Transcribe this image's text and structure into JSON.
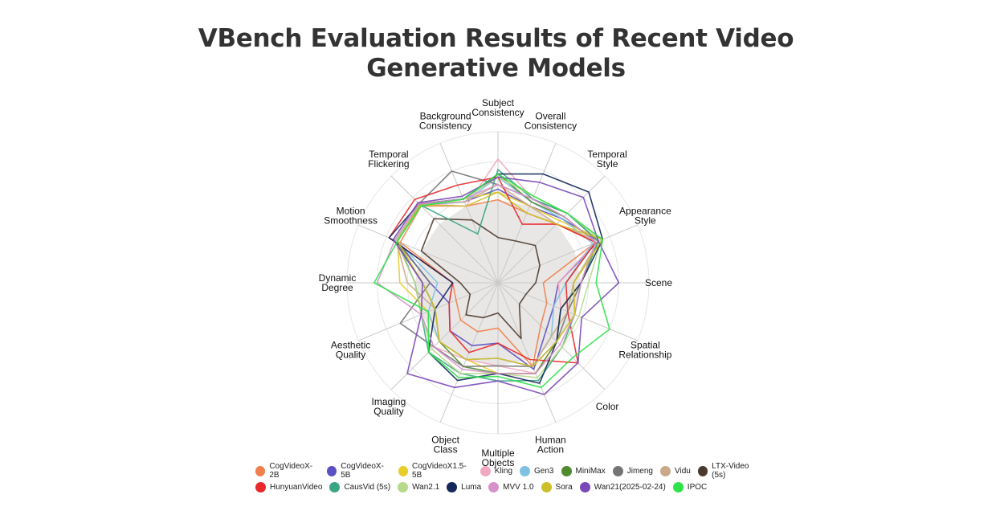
{
  "page": {
    "title": "VBench Evaluation Results of Recent Video Generative Models"
  },
  "chart_data": {
    "type": "radar",
    "title": "VBench Evaluation Results of Recent Video Generative Models",
    "axes": [
      "Subject\nConsistency",
      "Overall\nConsistency",
      "Temporal\nStyle",
      "Appearance\nStyle",
      "Scene",
      "Spatial\nRelationship",
      "Color",
      "Human\nAction",
      "Multiple\nObjects",
      "Object\nClass",
      "Imaging\nQuality",
      "Aesthetic\nQuality",
      "Dynamic\nDegree",
      "Motion\nSmoothness",
      "Temporal\nFlickering",
      "Background\nConsistency"
    ],
    "rlim": [
      0,
      1
    ],
    "grid": true,
    "legend_position": "bottom",
    "series": [
      {
        "name": "CogVideoX-2B",
        "color": "#f07f4d",
        "values": [
          0.55,
          0.5,
          0.55,
          0.7,
          0.3,
          0.35,
          0.4,
          0.6,
          0.3,
          0.35,
          0.35,
          0.3,
          0.3,
          0.7,
          0.72,
          0.55
        ]
      },
      {
        "name": "CogVideoX-5B",
        "color": "#5b4fc4",
        "values": [
          0.62,
          0.55,
          0.6,
          0.72,
          0.4,
          0.4,
          0.45,
          0.62,
          0.4,
          0.45,
          0.45,
          0.35,
          0.45,
          0.72,
          0.73,
          0.58
        ]
      },
      {
        "name": "CogVideoX1.5-5B",
        "color": "#e8cc2a",
        "values": [
          0.6,
          0.55,
          0.58,
          0.75,
          0.5,
          0.55,
          0.55,
          0.65,
          0.6,
          0.55,
          0.55,
          0.5,
          0.65,
          0.72,
          0.73,
          0.6
        ]
      },
      {
        "name": "Kling",
        "color": "#f2a8c1",
        "values": [
          0.82,
          0.6,
          0.62,
          0.7,
          0.4,
          0.45,
          0.55,
          0.65,
          0.55,
          0.55,
          0.6,
          0.55,
          0.55,
          0.73,
          0.74,
          0.55
        ]
      },
      {
        "name": "Gen3",
        "color": "#7ec1e2",
        "values": [
          0.7,
          0.58,
          0.6,
          0.68,
          0.45,
          0.4,
          0.5,
          0.6,
          0.5,
          0.55,
          0.55,
          0.5,
          0.4,
          0.72,
          0.73,
          0.58
        ]
      },
      {
        "name": "MiniMax",
        "color": "#4f8a2e",
        "values": [
          0.72,
          0.58,
          0.62,
          0.7,
          0.55,
          0.45,
          0.55,
          0.65,
          0.6,
          0.6,
          0.55,
          0.45,
          0.5,
          0.73,
          0.74,
          0.6
        ]
      },
      {
        "name": "Jimeng",
        "color": "#757575",
        "values": [
          0.65,
          0.6,
          0.65,
          0.72,
          0.55,
          0.5,
          0.55,
          0.6,
          0.55,
          0.6,
          0.6,
          0.7,
          0.45,
          0.73,
          0.74,
          0.8
        ]
      },
      {
        "name": "Vidu",
        "color": "#c9a98a",
        "values": [
          0.65,
          0.55,
          0.55,
          0.72,
          0.5,
          0.5,
          0.5,
          0.6,
          0.5,
          0.55,
          0.55,
          0.45,
          0.6,
          0.73,
          0.74,
          0.58
        ]
      },
      {
        "name": "LTX-Video (5s)",
        "color": "#4a3a2e",
        "values": [
          0.3,
          0.3,
          0.35,
          0.3,
          0.25,
          0.2,
          0.2,
          0.4,
          0.2,
          0.25,
          0.3,
          0.2,
          0.25,
          0.55,
          0.6,
          0.45
        ]
      },
      {
        "name": "HunyuanVideo",
        "color": "#e8282a",
        "values": [
          0.7,
          0.42,
          0.55,
          0.7,
          0.45,
          0.5,
          0.75,
          0.55,
          0.4,
          0.5,
          0.45,
          0.35,
          0.3,
          0.78,
          0.78,
          0.7
        ]
      },
      {
        "name": "CausVid (5s)",
        "color": "#3aa585",
        "values": [
          0.75,
          0.6,
          0.65,
          0.72,
          0.55,
          0.55,
          0.6,
          0.7,
          0.65,
          0.65,
          0.65,
          0.55,
          0.55,
          0.72,
          0.73,
          0.35
        ]
      },
      {
        "name": "Wan2.1",
        "color": "#b7d98a",
        "values": [
          0.7,
          0.62,
          0.65,
          0.74,
          0.6,
          0.58,
          0.6,
          0.68,
          0.6,
          0.65,
          0.62,
          0.55,
          0.55,
          0.73,
          0.74,
          0.6
        ]
      },
      {
        "name": "Luma",
        "color": "#14285a",
        "values": [
          0.72,
          0.78,
          0.85,
          0.75,
          0.55,
          0.45,
          0.55,
          0.72,
          0.6,
          0.7,
          0.65,
          0.45,
          0.3,
          0.78,
          0.74,
          0.6
        ]
      },
      {
        "name": "MVV 1.0",
        "color": "#d793c9",
        "values": [
          0.65,
          0.6,
          0.62,
          0.7,
          0.55,
          0.55,
          0.58,
          0.65,
          0.6,
          0.62,
          0.6,
          0.55,
          0.8,
          0.74,
          0.74,
          0.6
        ]
      },
      {
        "name": "Sora",
        "color": "#cdbf2a",
        "values": [
          0.6,
          0.5,
          0.55,
          0.75,
          0.5,
          0.55,
          0.55,
          0.6,
          0.5,
          0.55,
          0.55,
          0.45,
          0.5,
          0.72,
          0.73,
          0.55
        ]
      },
      {
        "name": "Wan21(2025-02-24)",
        "color": "#7a48b8",
        "values": [
          0.7,
          0.72,
          0.8,
          0.72,
          0.8,
          0.6,
          0.75,
          0.8,
          0.65,
          0.75,
          0.85,
          0.55,
          0.5,
          0.75,
          0.75,
          0.62
        ]
      },
      {
        "name": "IPOC",
        "color": "#2fe24a",
        "values": [
          0.72,
          0.62,
          0.65,
          0.75,
          0.65,
          0.8,
          0.7,
          0.75,
          0.62,
          0.68,
          0.65,
          0.5,
          0.82,
          0.72,
          0.72,
          0.6
        ]
      }
    ]
  },
  "legend": {
    "rows": [
      [
        {
          "label": "CogVideoX-2B",
          "color": "#f07f4d"
        },
        {
          "label": "CogVideoX-5B",
          "color": "#5b4fc4"
        },
        {
          "label": "CogVideoX1.5-5B",
          "color": "#e8cc2a"
        },
        {
          "label": "Kling",
          "color": "#f2a8c1"
        },
        {
          "label": "Gen3",
          "color": "#7ec1e2"
        },
        {
          "label": "MiniMax",
          "color": "#4f8a2e"
        },
        {
          "label": "Jimeng",
          "color": "#757575"
        },
        {
          "label": "Vidu",
          "color": "#c9a98a"
        },
        {
          "label": "LTX-Video (5s)",
          "color": "#4a3a2e"
        }
      ],
      [
        {
          "label": "HunyuanVideo",
          "color": "#e8282a"
        },
        {
          "label": "CausVid (5s)",
          "color": "#3aa585"
        },
        {
          "label": "Wan2.1",
          "color": "#b7d98a"
        },
        {
          "label": "Luma",
          "color": "#14285a"
        },
        {
          "label": "MVV 1.0",
          "color": "#d793c9"
        },
        {
          "label": "Sora",
          "color": "#cdbf2a"
        },
        {
          "label": "Wan21(2025-02-24)",
          "color": "#7a48b8"
        },
        {
          "label": "IPOC",
          "color": "#2fe24a"
        }
      ]
    ]
  }
}
